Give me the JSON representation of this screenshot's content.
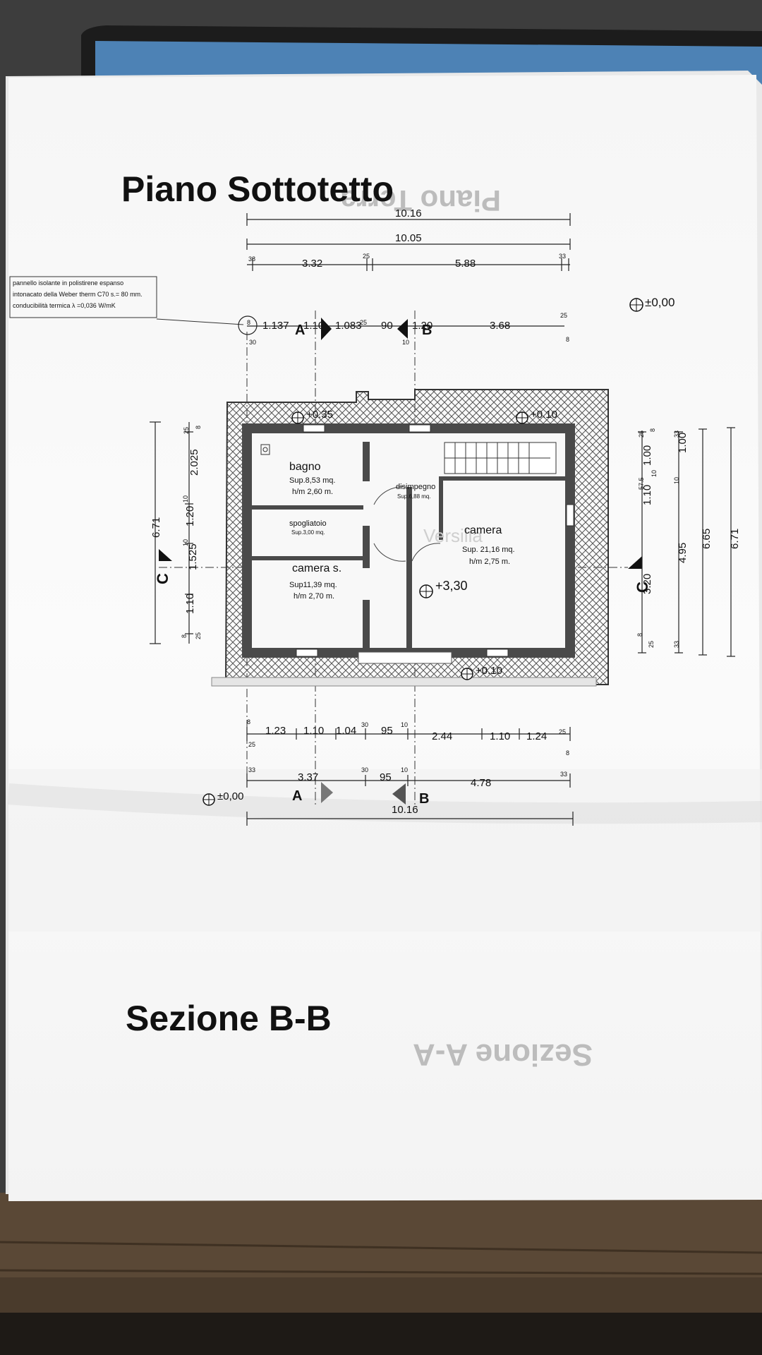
{
  "titles": {
    "plan": "Piano Sottotetto",
    "section": "Sezione B-B",
    "ghost_plan": "Piano Terra",
    "ghost_section": "Sezione A-A"
  },
  "insulation_note": [
    "pannello isolante in polistirene espanso",
    "intonacato della Weber therm C70 s.= 80 mm.",
    "conducibilità termica λ =0,036 W/mK"
  ],
  "top_dimensions": {
    "overall_outer": "10.16",
    "overall_inner": "10.05",
    "row_segments": [
      "38",
      "3.32",
      "25",
      "5.88",
      "33"
    ],
    "detail_segments": [
      "1.137",
      "1.10",
      "1.083",
      "25",
      "90",
      "1.20",
      "3.68",
      "25"
    ],
    "detail_lower": [
      "8",
      "30",
      "10",
      "8"
    ]
  },
  "bottom_dimensions": {
    "row1": [
      "8",
      "1.23",
      "1.10",
      "1.04",
      "30",
      "95",
      "10",
      "2.44",
      "1.10",
      "1.24",
      "25"
    ],
    "row1_lower": [
      "25",
      "8"
    ],
    "row2": [
      "33",
      "3.37",
      "30",
      "95",
      "10",
      "4.78",
      "33"
    ],
    "overall": "10.16"
  },
  "left_dimensions": {
    "overall": "6.71",
    "segments": [
      "25",
      "8",
      "2.025",
      "10",
      "1.20",
      "10",
      "1.525",
      "1.10",
      "8",
      "25"
    ]
  },
  "right_dimensions": {
    "segments": [
      "25",
      "8",
      "1.00",
      "10",
      "57.5",
      "1.10",
      "3.20",
      "8",
      "25"
    ],
    "mid": [
      "10",
      "1.00",
      "33",
      "4.95",
      "33"
    ],
    "overall_a": "6.65",
    "overall_b": "6.71"
  },
  "levels": {
    "roof_top_left": "+0.35",
    "roof_top_right": "+0.10",
    "floor": "+3,30",
    "bottom": "+0.10",
    "ground_left": "±0,00",
    "ground_right": "±0,00"
  },
  "section_marks": {
    "a": "A",
    "b": "B",
    "c": "C"
  },
  "rooms": [
    {
      "name": "bagno",
      "sup": "Sup.8,53 mq.",
      "h": "h/m 2,60 m."
    },
    {
      "name": "disimpegno",
      "sup": "Sup.6,88 mq."
    },
    {
      "name": "spogliatoio",
      "sup": "Sup.3,00 mq."
    },
    {
      "name": "camera",
      "sup": "Sup. 21,16 mq.",
      "h": "h/m 2,75 m."
    },
    {
      "name": "camera s.",
      "sup": "Sup11,39 mq.",
      "h": "h/m 2,70 m."
    }
  ],
  "watermark": "Versilia"
}
